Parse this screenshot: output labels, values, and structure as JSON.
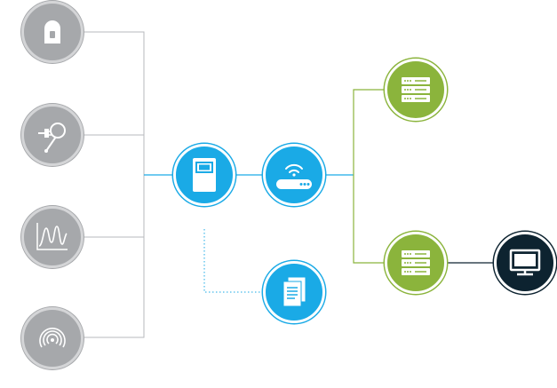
{
  "colors": {
    "sensor_gray": "#a6a8ab",
    "gateway_blue": "#1aaae6",
    "server_green": "#8bb43c",
    "terminal_dark": "#0d2330"
  },
  "nodes": [
    {
      "id": "door-sensor",
      "icon": "door-icon",
      "group": "sensor"
    },
    {
      "id": "electrical-sensor",
      "icon": "plug-sensor-icon",
      "group": "sensor"
    },
    {
      "id": "waveform-sensor",
      "icon": "waveform-icon",
      "group": "sensor"
    },
    {
      "id": "rfid-sensor",
      "icon": "signal-rings-icon",
      "group": "sensor"
    },
    {
      "id": "controller",
      "icon": "controller-icon",
      "group": "gateway"
    },
    {
      "id": "wireless-router",
      "icon": "wifi-router-icon",
      "group": "gateway"
    },
    {
      "id": "documents",
      "icon": "documents-icon",
      "group": "gateway"
    },
    {
      "id": "server-top",
      "icon": "server-icon",
      "group": "server"
    },
    {
      "id": "server-bottom",
      "icon": "server-icon",
      "group": "server"
    },
    {
      "id": "workstation",
      "icon": "monitor-icon",
      "group": "terminal"
    }
  ],
  "connections": [
    {
      "from": "door-sensor",
      "to": "controller",
      "style": "solid"
    },
    {
      "from": "electrical-sensor",
      "to": "controller",
      "style": "solid"
    },
    {
      "from": "waveform-sensor",
      "to": "controller",
      "style": "solid"
    },
    {
      "from": "rfid-sensor",
      "to": "controller",
      "style": "solid"
    },
    {
      "from": "controller",
      "to": "wireless-router",
      "style": "solid"
    },
    {
      "from": "controller",
      "to": "documents",
      "style": "dotted"
    },
    {
      "from": "wireless-router",
      "to": "server-top",
      "style": "solid"
    },
    {
      "from": "wireless-router",
      "to": "server-bottom",
      "style": "solid"
    },
    {
      "from": "server-bottom",
      "to": "workstation",
      "style": "solid"
    }
  ]
}
